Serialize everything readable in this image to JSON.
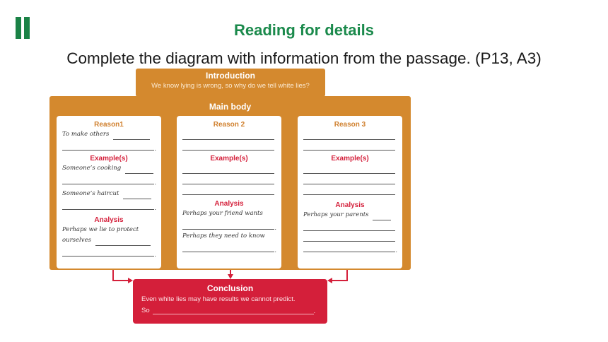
{
  "header": {
    "title": "Reading for details",
    "instruction": "Complete the diagram with information from the passage. (P13, A3)"
  },
  "diagram": {
    "introduction": {
      "title": "Introduction",
      "text": "We know lying is wrong, so why do we tell white lies?"
    },
    "main_body": {
      "title": "Main body",
      "reasons": [
        {
          "title": "Reason1",
          "prompt": "To make others",
          "examples_title": "Example(s)",
          "example_1": "Someone’s cooking",
          "example_2": "Someone’s haircut",
          "analysis_title": "Analysis",
          "analysis_1": "Perhaps we lie to protect",
          "analysis_2": "ourselves"
        },
        {
          "title": "Reason 2",
          "examples_title": "Example(s)",
          "analysis_title": "Analysis",
          "analysis_1": "Perhaps your friend wants",
          "analysis_2": "Perhaps they need to know"
        },
        {
          "title": "Reason 3",
          "examples_title": "Example(s)",
          "analysis_title": "Analysis",
          "analysis_1": "Perhaps your parents"
        }
      ]
    },
    "conclusion": {
      "title": "Conclusion",
      "text": "Even white lies may have results we cannot predict.",
      "so": "So"
    }
  },
  "colors": {
    "accent_green": "#1b8a4c",
    "orange": "#d4892e",
    "red": "#d41f3a"
  }
}
